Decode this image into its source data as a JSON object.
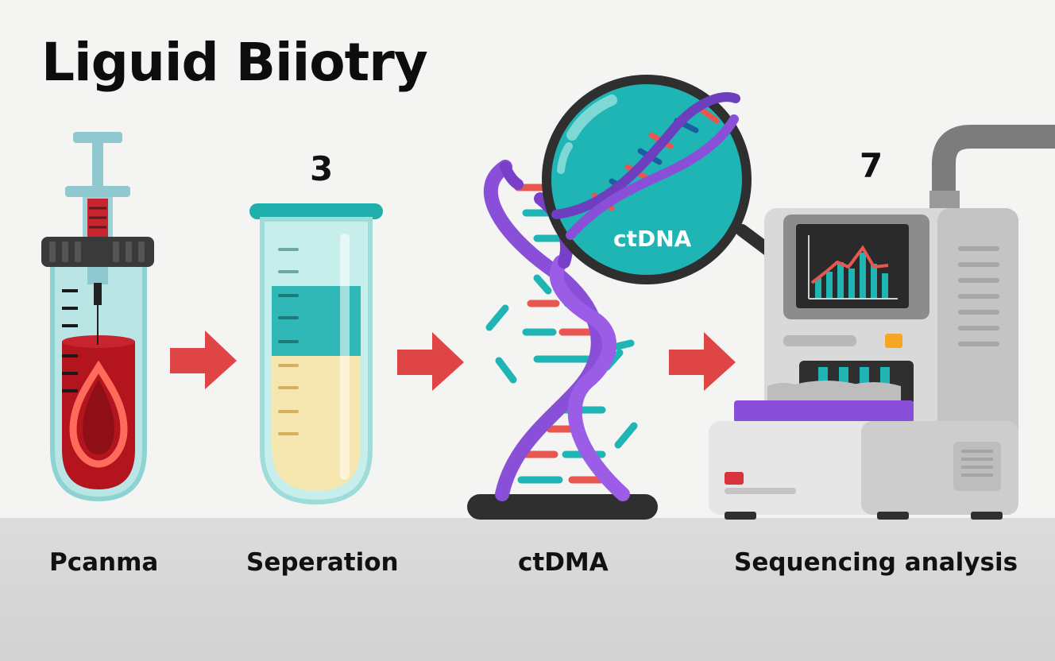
{
  "diagram": {
    "title": "Liguid Biiotry",
    "step_numbers": {
      "second": "3",
      "fourth": "7"
    },
    "steps": [
      {
        "label": "Pcanma",
        "icon": "syringe-blood-tube-icon"
      },
      {
        "label": "Seperation",
        "icon": "test-tube-icon"
      },
      {
        "label": "ctDMA",
        "icon": "dna-helix-icon"
      },
      {
        "label": "Sequencing analysis",
        "icon": "sequencer-machine-icon"
      }
    ],
    "magnifier_label": "ctDNA",
    "arrow_icon": "right-arrow-icon",
    "colors": {
      "background": "#f4f4f3",
      "floor": "#d6d6d6",
      "arrow": "#e04545",
      "blood": "#b3141e",
      "teal": "#1fb5b5",
      "purple": "#8a4fd8",
      "plasma_yellow": "#f6e7b0",
      "machine_gray": "#d8d8d8"
    }
  }
}
